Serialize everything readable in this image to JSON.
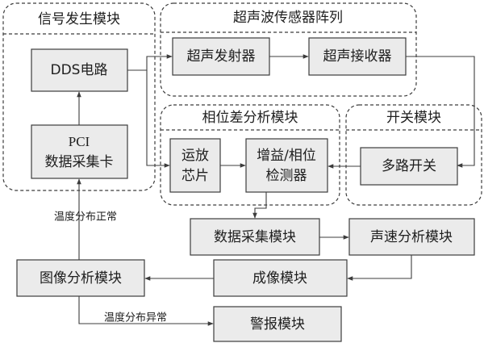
{
  "groups": {
    "signal": "信号发生模块",
    "sensor": "超声波传感器阵列",
    "phase": "相位差分析模块",
    "switch": "开关模块"
  },
  "nodes": {
    "dds": "DDS电路",
    "pci_line1": "PCI",
    "pci_line2": "数据采集卡",
    "transmitter": "超声发射器",
    "receiver": "超声接收器",
    "opamp_line1": "运放",
    "opamp_line2": "芯片",
    "gain_line1": "增益/相位",
    "gain_line2": "检测器",
    "mux": "多路开关",
    "daq": "数据采集模块",
    "speed": "声速分析模块",
    "imaging": "成像模块",
    "image_analysis": "图像分析模块",
    "alarm": "警报模块"
  },
  "labels": {
    "temp_normal": "温度分布正常",
    "temp_abnormal": "温度分布异常"
  }
}
